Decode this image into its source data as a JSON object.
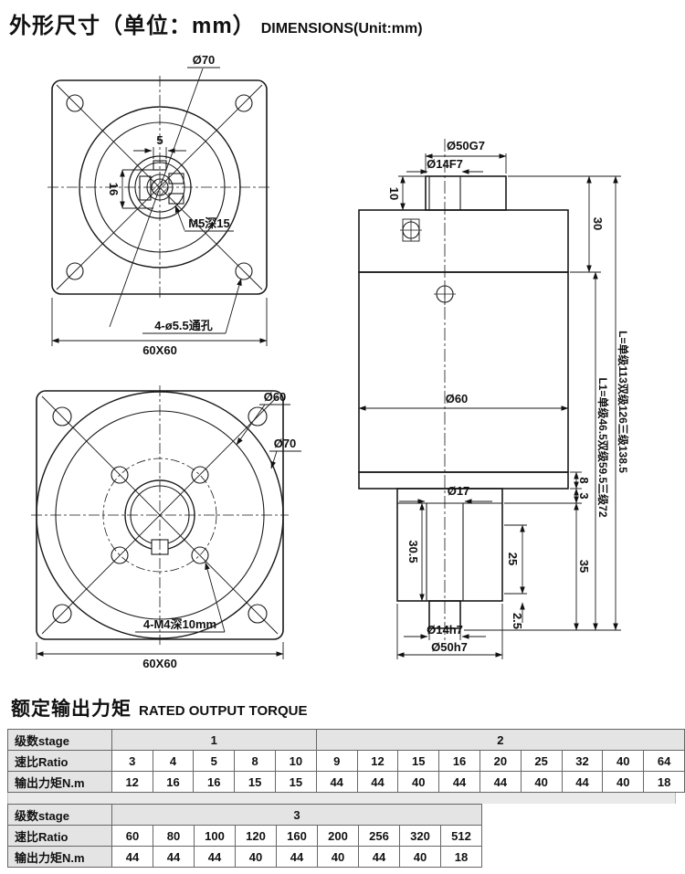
{
  "header": {
    "title_cn": "外形尺寸（单位：mm）",
    "title_en": "DIMENSIONS(Unit:mm)"
  },
  "torque_section": {
    "title_cn": "额定输出力矩",
    "title_en": "RATED OUTPUT TORQUE"
  },
  "drawing": {
    "front_view": {
      "dia70": "Ø70",
      "key_width": "5",
      "key_height": "16",
      "tap": "M5深15",
      "holes": "4-ø5.5通孔",
      "square": "60X60"
    },
    "side_view": {
      "pilot": "Ø50G7",
      "bore": "Ø14F7",
      "depth10": "10",
      "height30": "30",
      "body_dia": "Ø60",
      "dia17": "Ø17",
      "dim8": "8",
      "dim3": "3",
      "dim35": "35",
      "dim30_5": "30.5",
      "dim25": "25",
      "shaft_dia": "Ø14h7",
      "dim2_5": "2.5",
      "spigot_dia": "Ø50h7",
      "l1": "L1=单级46.5双级59.5三级72",
      "l_total": "L=单级113双级126三级138.5"
    },
    "output_view": {
      "dia60": "Ø60",
      "dia70": "Ø70",
      "holes": "4-M4深10mm",
      "square": "60X60"
    }
  },
  "tables": [
    {
      "row_headers": [
        "级数stage",
        "速比Ratio",
        "输出力矩N.m"
      ],
      "stages": [
        {
          "label": "1",
          "span": 5
        },
        {
          "label": "2",
          "span": 9
        }
      ],
      "ratios": [
        "3",
        "4",
        "5",
        "8",
        "10",
        "9",
        "12",
        "15",
        "16",
        "20",
        "25",
        "32",
        "40",
        "64"
      ],
      "torques": [
        "12",
        "16",
        "16",
        "15",
        "15",
        "44",
        "44",
        "40",
        "44",
        "44",
        "40",
        "44",
        "40",
        "18"
      ]
    },
    {
      "row_headers": [
        "级数stage",
        "速比Ratio",
        "输出力矩N.m"
      ],
      "stages": [
        {
          "label": "3",
          "span": 9
        }
      ],
      "ratios": [
        "60",
        "80",
        "100",
        "120",
        "160",
        "200",
        "256",
        "320",
        "512"
      ],
      "torques": [
        "44",
        "44",
        "44",
        "40",
        "44",
        "40",
        "44",
        "40",
        "18"
      ]
    }
  ]
}
